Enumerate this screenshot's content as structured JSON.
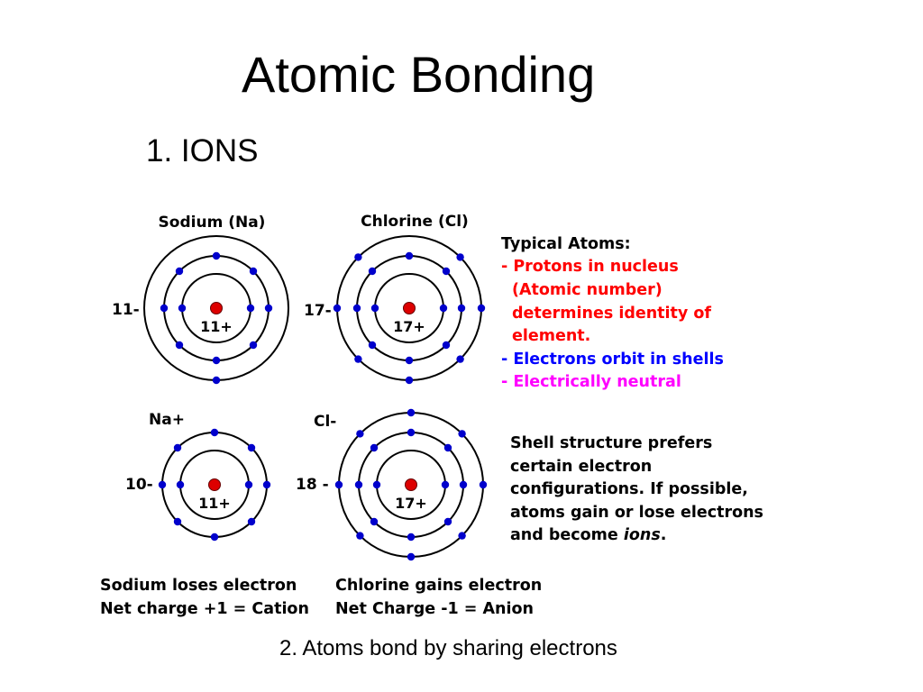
{
  "title": "Atomic Bonding",
  "section1": "1. IONS",
  "section2": "2. Atoms bond by sharing electrons",
  "colors": {
    "electron": "#0000cc",
    "nucleus": "#dd0000",
    "red_text": "#ff0000",
    "blue_text": "#0000ff",
    "magenta_text": "#ff00ff"
  },
  "atoms": [
    {
      "id": "na",
      "name": "Sodium (Na)",
      "count_label": "11-",
      "nucleus": "11+",
      "shells": [
        2,
        8,
        1
      ]
    },
    {
      "id": "cl",
      "name": "Chlorine (Cl)",
      "count_label": "17-",
      "nucleus": "17+",
      "shells": [
        2,
        8,
        7
      ]
    },
    {
      "id": "na-ion",
      "name": "Na+",
      "count_label": "10-",
      "nucleus": "11+",
      "shells": [
        2,
        8
      ]
    },
    {
      "id": "cl-ion",
      "name": "Cl-",
      "count_label": "18 -",
      "nucleus": "17+",
      "shells": [
        2,
        8,
        8
      ]
    }
  ],
  "typical_atoms": {
    "heading": "Typical Atoms:",
    "protons": [
      "- Protons in nucleus",
      "(Atomic number)",
      "determines identity of",
      "element."
    ],
    "electrons": "- Electrons orbit in shells",
    "neutral": "- Electrically neutral"
  },
  "shell_note": {
    "lines": [
      "Shell structure prefers",
      "certain electron",
      "configurations. If possible,",
      "atoms gain or lose electrons"
    ],
    "last_prefix": "and become ",
    "last_italic": "ions",
    "last_suffix": "."
  },
  "captions": {
    "sodium": [
      "Sodium loses electron",
      "Net charge +1 = Cation"
    ],
    "chlorine": [
      "Chlorine gains electron",
      "Net Charge -1 = Anion"
    ]
  }
}
